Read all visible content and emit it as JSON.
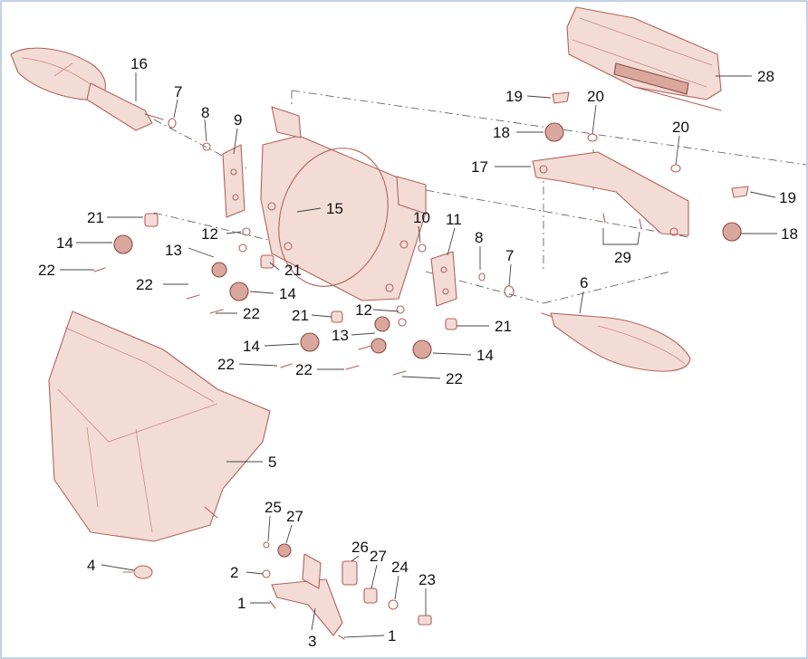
{
  "colors": {
    "part_stroke": "#b3625a",
    "part_fill": "#f3dcd6",
    "leader": "#444444",
    "label": "#111111"
  },
  "callouts": [
    {
      "id": "c16a",
      "label": "16"
    },
    {
      "id": "c7a",
      "label": "7"
    },
    {
      "id": "c8a",
      "label": "8"
    },
    {
      "id": "c9",
      "label": "9"
    },
    {
      "id": "c21a",
      "label": "21"
    },
    {
      "id": "c14a",
      "label": "14"
    },
    {
      "id": "c22a",
      "label": "22"
    },
    {
      "id": "c12a",
      "label": "12"
    },
    {
      "id": "c13a",
      "label": "13"
    },
    {
      "id": "c15",
      "label": "15"
    },
    {
      "id": "c21b",
      "label": "21"
    },
    {
      "id": "c22b",
      "label": "22"
    },
    {
      "id": "c14b",
      "label": "14"
    },
    {
      "id": "c22c",
      "label": "22"
    },
    {
      "id": "c10",
      "label": "10"
    },
    {
      "id": "c11",
      "label": "11"
    },
    {
      "id": "c8b",
      "label": "8"
    },
    {
      "id": "c7b",
      "label": "7"
    },
    {
      "id": "c12b",
      "label": "12"
    },
    {
      "id": "c21c",
      "label": "21"
    },
    {
      "id": "c13b",
      "label": "13"
    },
    {
      "id": "c14c",
      "label": "14"
    },
    {
      "id": "c22d",
      "label": "22"
    },
    {
      "id": "c22e",
      "label": "22"
    },
    {
      "id": "c21d",
      "label": "21"
    },
    {
      "id": "c14d",
      "label": "14"
    },
    {
      "id": "c22f",
      "label": "22"
    },
    {
      "id": "c6",
      "label": "6"
    },
    {
      "id": "c19a",
      "label": "19"
    },
    {
      "id": "c20a",
      "label": "20"
    },
    {
      "id": "c28",
      "label": "28"
    },
    {
      "id": "c18a",
      "label": "18"
    },
    {
      "id": "c20b",
      "label": "20"
    },
    {
      "id": "c17",
      "label": "17"
    },
    {
      "id": "c19b",
      "label": "19"
    },
    {
      "id": "c18b",
      "label": "18"
    },
    {
      "id": "c29",
      "label": "29"
    },
    {
      "id": "c5",
      "label": "5"
    },
    {
      "id": "c25",
      "label": "25"
    },
    {
      "id": "c27a",
      "label": "27"
    },
    {
      "id": "c26",
      "label": "26"
    },
    {
      "id": "c27b",
      "label": "27"
    },
    {
      "id": "c24",
      "label": "24"
    },
    {
      "id": "c23",
      "label": "23"
    },
    {
      "id": "c4",
      "label": "4"
    },
    {
      "id": "c2",
      "label": "2"
    },
    {
      "id": "c1a",
      "label": "1"
    },
    {
      "id": "c3",
      "label": "3"
    },
    {
      "id": "c1b",
      "label": "1"
    }
  ]
}
